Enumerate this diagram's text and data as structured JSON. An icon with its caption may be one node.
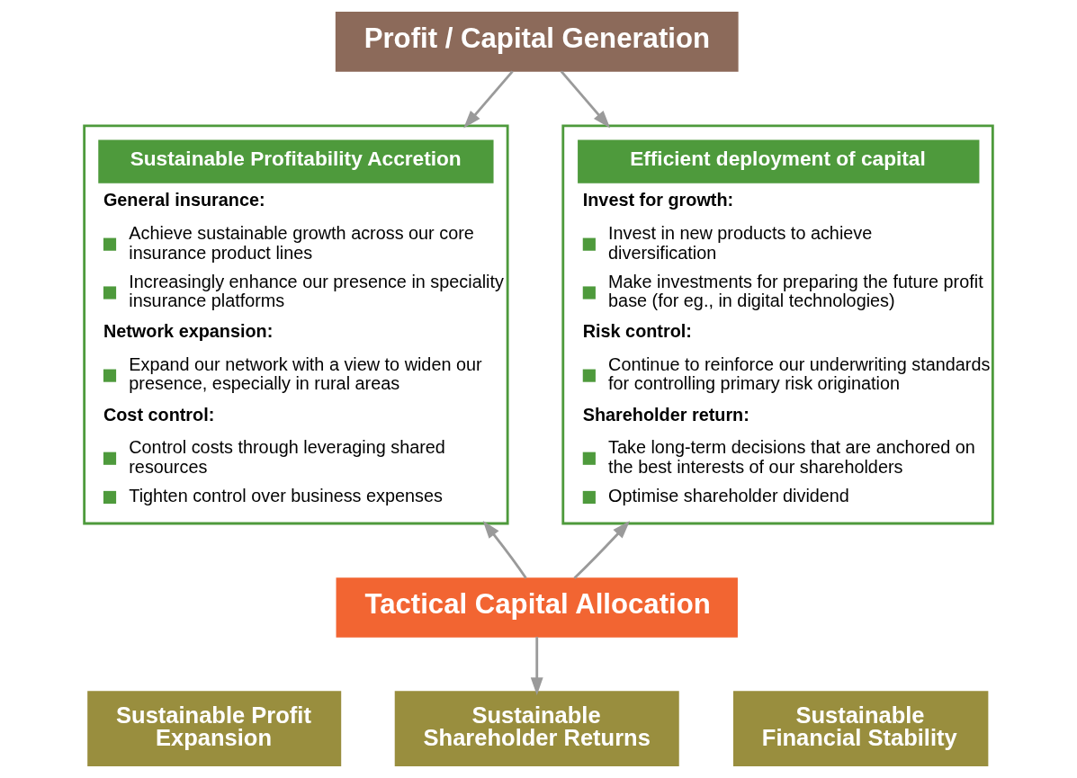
{
  "diagram": {
    "nodes": [
      {
        "text": [
          "Profit / Capital Generation"
        ]
      },
      {
        "text": [
          "Sustainable Profitability Accretion",
          "General insurance:",
          "Achieve sustainable growth across our core insurance product lines",
          "Increasingly enhance our presence in speciality insurance platforms",
          "Network expansion:",
          "Expand our network with a view to widen our presence, especially in rural areas",
          "Cost control:",
          "Control costs through leveraging shared resources",
          "Tighten control over business expenses"
        ]
      },
      {
        "text": [
          "Efficient deployment of capital",
          "Invest for growth:",
          "Invest in new products to achieve diversification",
          "Make investments for preparing the future profit base (for eg., in digital technologies)",
          "Risk control:",
          "Continue to reinforce our underwriting standards for controlling primary risk origination",
          "Shareholder return:",
          "Take long-term decisions that are anchored on the best interests of our shareholders",
          "Optimise shareholder dividend"
        ]
      },
      {
        "text": [
          "Tactical Capital Allocation"
        ]
      },
      {
        "text": [
          "Sustainable Profit Expansion"
        ]
      },
      {
        "text": [
          "Sustainable Shareholder Returns"
        ]
      },
      {
        "text": [
          "Sustainable Financial Stability"
        ]
      }
    ],
    "edges": [
      {
        "from": 0,
        "to": 1,
        "arrow": "to"
      },
      {
        "from": 0,
        "to": 2,
        "arrow": "to"
      },
      {
        "from": 3,
        "to": 1,
        "arrow": "to"
      },
      {
        "from": 3,
        "to": 2,
        "arrow": "to"
      },
      {
        "from": 3,
        "to": 5,
        "arrow": "to"
      }
    ]
  }
}
